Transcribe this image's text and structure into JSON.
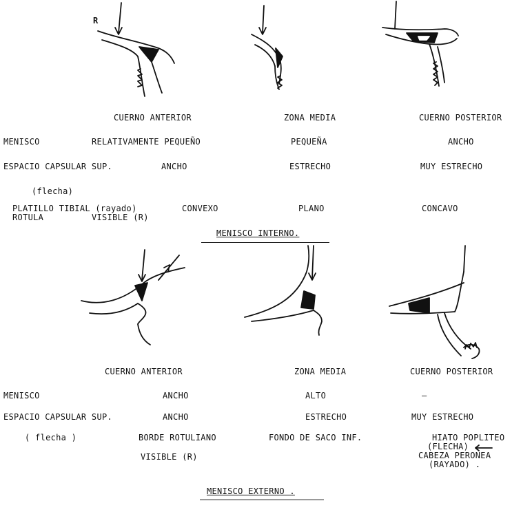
{
  "internal": {
    "figure_label_r": "R",
    "headers": [
      "CUERNO ANTERIOR",
      "ZONA MEDIA",
      "CUERNO POSTERIOR"
    ],
    "rows": {
      "menisco": {
        "label": "MENISCO",
        "values": [
          "RELATIVAMENTE PEQUEÑO",
          "PEQUEÑA",
          "ANCHO"
        ]
      },
      "espacio": {
        "label": "ESPACIO CAPSULAR SUP.",
        "values": [
          "ANCHO",
          "ESTRECHO",
          "MUY ESTRECHO"
        ]
      },
      "flecha": {
        "label": "(flecha)"
      },
      "platillo": {
        "label": "PLATILLO TIBIAL (rayado)",
        "values": [
          "CONVEXO",
          "PLANO",
          "CONCAVO"
        ]
      },
      "rotula": {
        "label": "ROTULA",
        "value": "VISIBLE (R)"
      }
    },
    "title": "MENISCO INTERNO."
  },
  "external": {
    "headers": [
      "CUERNO ANTERIOR",
      "ZONA MEDIA",
      "CUERNO POSTERIOR"
    ],
    "rows": {
      "menisco": {
        "label": "MENISCO",
        "values": [
          "ANCHO",
          "ALTO",
          "—"
        ]
      },
      "espacio": {
        "label": "ESPACIO CAPSULAR SUP.",
        "values": [
          "ANCHO",
          "ESTRECHO",
          "MUY ESTRECHO"
        ]
      },
      "flecha": {
        "label": "( flecha )",
        "values": [
          "BORDE ROTULIANO",
          "FONDO DE SACO INF.",
          "HIATO POPLITEO"
        ]
      },
      "flecha_note": "(FLECHA)",
      "visible": "VISIBLE (R)",
      "cabeza": "CABEZA PERONEA",
      "rayado": "(RAYADO) ."
    },
    "title": "MENISCO EXTERNO ."
  }
}
